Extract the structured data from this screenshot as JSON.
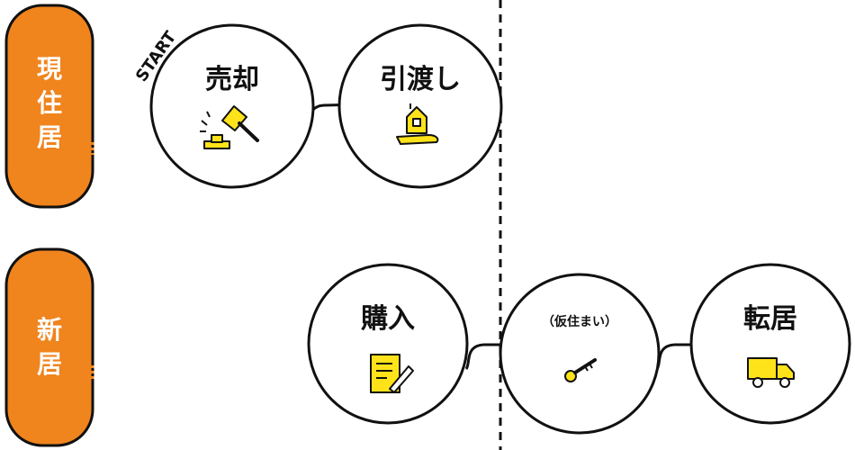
{
  "colors": {
    "accent_orange": "#F0841D",
    "icon_yellow": "#FFE31A",
    "stroke": "#111111"
  },
  "rows": [
    {
      "label_lines": [
        "現",
        "住",
        "居"
      ]
    },
    {
      "label_lines": [
        "新",
        "居"
      ]
    }
  ],
  "start_label": "START",
  "steps": {
    "sell": {
      "title": "売却",
      "icon": "gavel-icon"
    },
    "handover": {
      "title": "引渡し",
      "icon": "house-in-hand-icon"
    },
    "purchase": {
      "title": "購入",
      "icon": "document-pen-icon"
    },
    "temp": {
      "subtitle": "（仮住まい）",
      "icon": "key-icon"
    },
    "move": {
      "title": "転居",
      "icon": "delivery-truck-icon"
    }
  }
}
